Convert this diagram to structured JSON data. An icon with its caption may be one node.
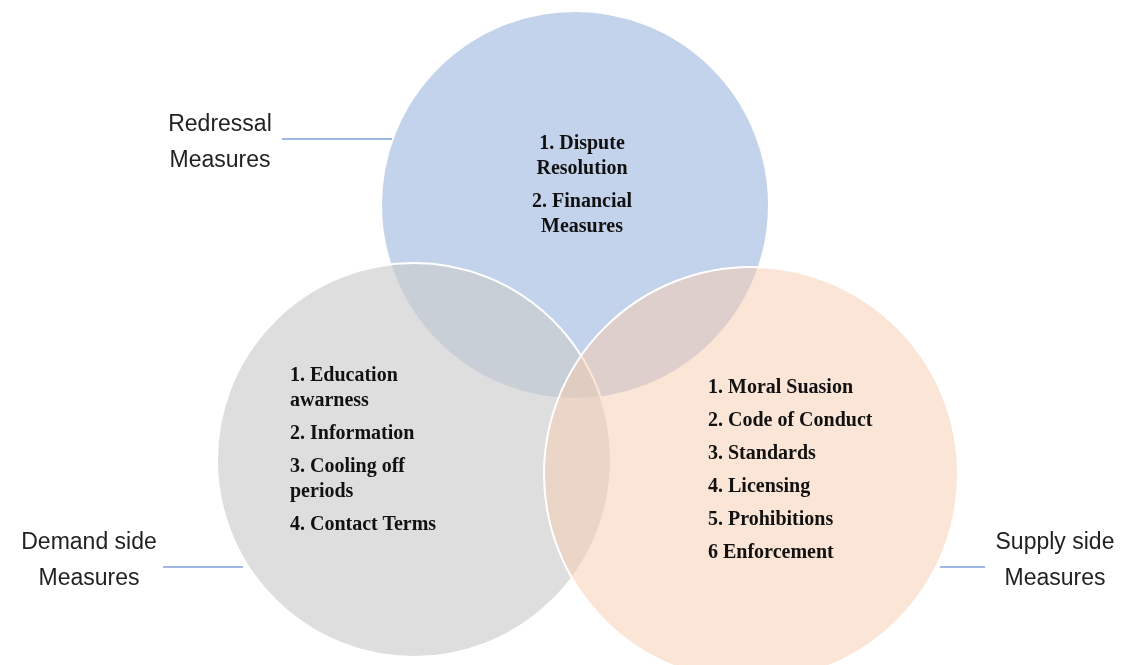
{
  "diagram": {
    "nodes": [
      {
        "text": [
          "1. Dispute Resolution",
          "2. Financial Measures"
        ]
      },
      {
        "text": [
          "1. Education awarness",
          "2. Information",
          "3. Cooling off periods",
          "4. Contact Terms"
        ]
      },
      {
        "text": [
          "1. Moral Suasion",
          "2. Code of Conduct",
          "3. Standards",
          "4. Licensing",
          "5. Prohibitions",
          "6 Enforcement"
        ]
      },
      {
        "text": [
          "Redressal Measures"
        ]
      },
      {
        "text": [
          "Demand side Measures"
        ]
      },
      {
        "text": [
          "Supply side Measures"
        ]
      }
    ],
    "edges": [
      {
        "from": 3,
        "to": 0,
        "arrow": "none"
      },
      {
        "from": 4,
        "to": 1,
        "arrow": "none"
      },
      {
        "from": 5,
        "to": 2,
        "arrow": "none"
      }
    ]
  }
}
